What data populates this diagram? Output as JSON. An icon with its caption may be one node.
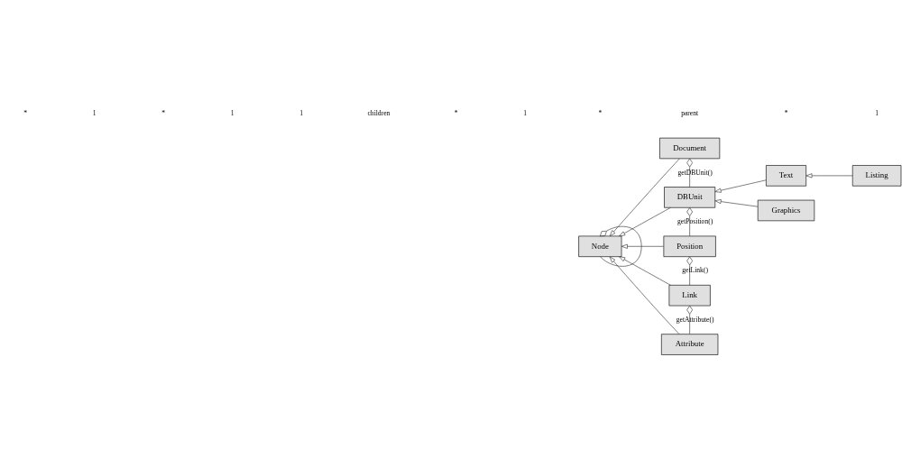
{
  "diagram": {
    "nodes": [
      {
        "text": [
          "Document"
        ]
      },
      {
        "text": [
          "Text"
        ]
      },
      {
        "text": [
          "Listing"
        ]
      },
      {
        "text": [
          "DBUnit"
        ]
      },
      {
        "text": [
          "Graphics"
        ]
      },
      {
        "text": [
          "Node"
        ]
      },
      {
        "text": [
          "Position"
        ]
      },
      {
        "text": [
          "Link"
        ]
      },
      {
        "text": [
          "Attribute"
        ]
      }
    ],
    "edges": [
      {
        "from": 0,
        "to": 5,
        "arrow": "to"
      },
      {
        "from": 2,
        "to": 1,
        "arrow": "to"
      },
      {
        "from": 1,
        "to": 3,
        "arrow": "to"
      },
      {
        "from": 0,
        "to": 3,
        "arrow": "other",
        "label": "getDBUnit()"
      },
      {
        "from": 4,
        "to": 3,
        "arrow": "to"
      },
      {
        "from": 3,
        "to": 5,
        "arrow": "to"
      },
      {
        "from": 5,
        "to": 5,
        "arrow": "other"
      },
      {
        "from": 3,
        "to": 6,
        "arrow": "other",
        "label": "getPosition()"
      },
      {
        "from": 6,
        "to": 5,
        "arrow": "to"
      },
      {
        "from": 6,
        "to": 7,
        "arrow": "other",
        "label": "getLink()"
      },
      {
        "from": 7,
        "to": 5,
        "arrow": "to"
      },
      {
        "from": 7,
        "to": 8,
        "arrow": "other",
        "label": "getAttribute()"
      },
      {
        "from": 8,
        "to": 5,
        "arrow": "to"
      }
    ],
    "labels": [
      "1",
      "*",
      "parent",
      "*",
      "1",
      "*",
      "children",
      "1",
      "1",
      "*",
      "1",
      "*"
    ]
  }
}
